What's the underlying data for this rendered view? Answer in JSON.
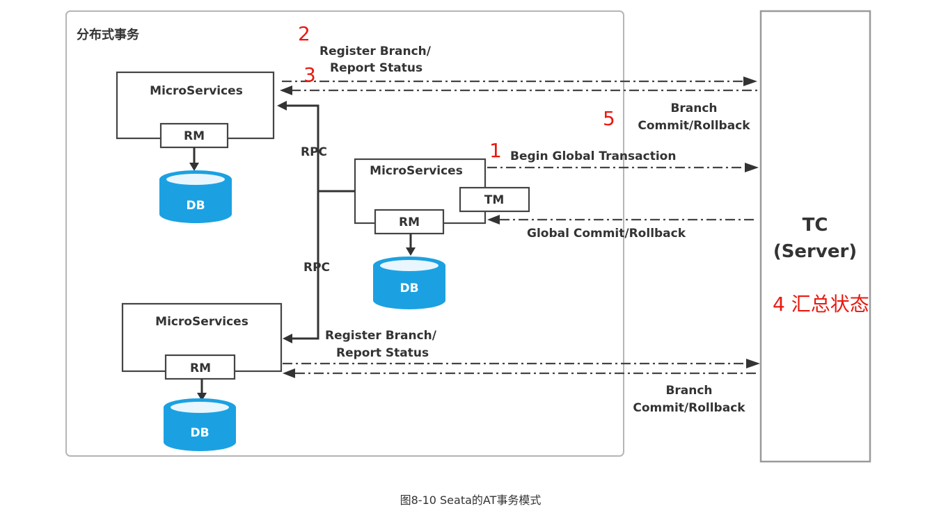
{
  "diagram": {
    "group_title": "分布式事务",
    "tc_line1": "TC",
    "tc_line2": "(Server)",
    "services": [
      {
        "name": "MicroServices",
        "rm": "RM",
        "db": "DB"
      },
      {
        "name": "MicroServices",
        "rm": "RM",
        "tm": "TM",
        "db": "DB"
      },
      {
        "name": "MicroServices",
        "rm": "RM",
        "db": "DB"
      }
    ],
    "rpc_top": "RPC",
    "rpc_bottom": "RPC",
    "edges": {
      "register_top_1": "Register Branch/",
      "register_top_2": "Report Status",
      "branch_top_1": "Branch",
      "branch_top_2": "Commit/Rollback",
      "begin_global": "Begin Global Transaction",
      "global_commit": "Global Commit/Rollback",
      "register_bottom_1": "Register Branch/",
      "register_bottom_2": "Report Status",
      "branch_bottom_1": "Branch",
      "branch_bottom_2": "Commit/Rollback"
    },
    "steps": {
      "s1": "1",
      "s2": "2",
      "s3": "3",
      "s4": "4 汇总状态",
      "s5": "5"
    },
    "caption": "图8-10 Seata的AT事务模式",
    "colors": {
      "db_fill": "#1ba1e2",
      "db_top": "#e9f6fd",
      "step_red": "#e8190f",
      "line": "#333333"
    }
  }
}
